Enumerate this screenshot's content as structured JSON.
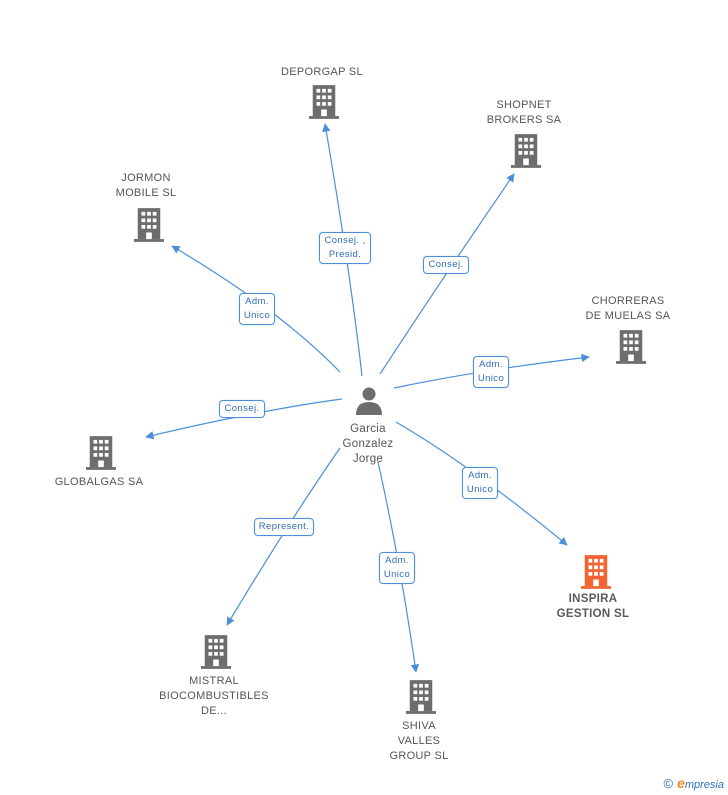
{
  "center": {
    "name": "Garcia\nGonzalez\nJorge",
    "icon": "person-icon"
  },
  "colors": {
    "edge": "#4a90d9",
    "node": "#6d6d6d",
    "highlight": "#f26532"
  },
  "nodes": [
    {
      "id": "deporgap",
      "label": "DEPORGAP SL",
      "icon": "building-icon"
    },
    {
      "id": "shopnet",
      "label": "SHOPNET\nBROKERS SA",
      "icon": "building-icon"
    },
    {
      "id": "jormon",
      "label": "JORMON\nMOBILE SL",
      "icon": "building-icon"
    },
    {
      "id": "chorreras",
      "label": "CHORRERAS\nDE MUELAS SA",
      "icon": "building-icon"
    },
    {
      "id": "globalgas",
      "label": "GLOBALGAS SA",
      "icon": "building-icon"
    },
    {
      "id": "inspira",
      "label": "INSPIRA\nGESTION SL",
      "icon": "building-icon",
      "highlight": true
    },
    {
      "id": "mistral",
      "label": "MISTRAL\nBIOCOMBUSTIBLES\nDE...",
      "icon": "building-icon"
    },
    {
      "id": "shiva",
      "label": "SHIVA\nVALLES\nGROUP SL",
      "icon": "building-icon"
    }
  ],
  "edges": [
    {
      "to": "deporgap",
      "label": "Consej. ,\nPresid."
    },
    {
      "to": "shopnet",
      "label": "Consej."
    },
    {
      "to": "jormon",
      "label": "Adm.\nUnico"
    },
    {
      "to": "chorreras",
      "label": "Adm.\nUnico"
    },
    {
      "to": "globalgas",
      "label": "Consej."
    },
    {
      "to": "inspira",
      "label": "Adm.\nUnico"
    },
    {
      "to": "mistral",
      "label": "Represent."
    },
    {
      "to": "shiva",
      "label": "Adm.\nUnico"
    }
  ],
  "footer": {
    "copyright": "©",
    "brand_initial": "e",
    "brand_rest": "mpresia"
  }
}
